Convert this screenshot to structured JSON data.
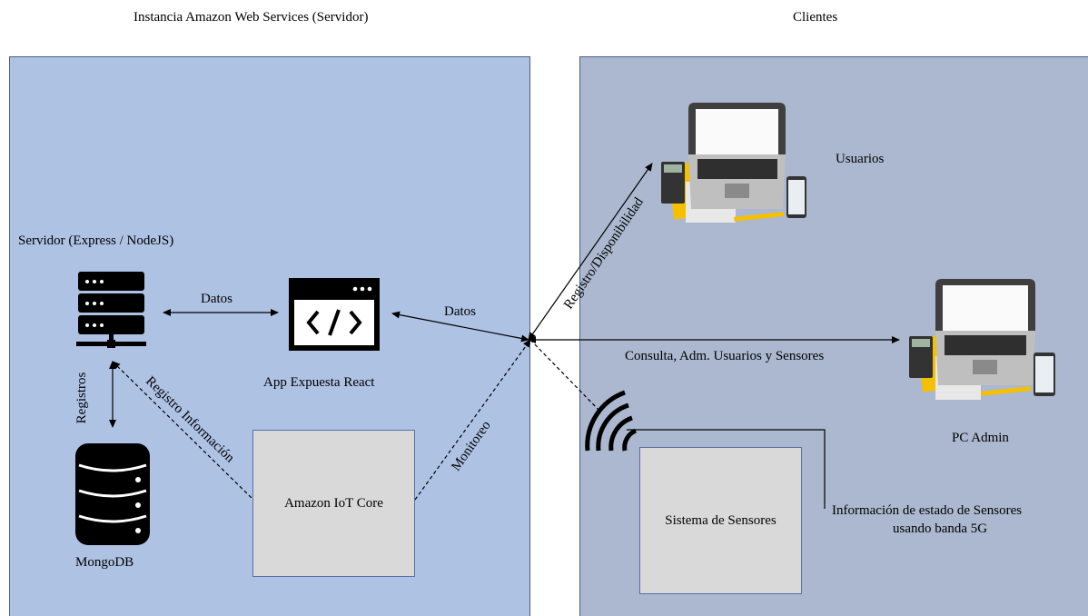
{
  "titles": {
    "server_region": "Instancia Amazon Web Services (Servidor)",
    "clients_region": "Clientes"
  },
  "nodes": {
    "server": "Servidor (Express / NodeJS)",
    "react_app": "App Expuesta React",
    "mongodb": "MongoDB",
    "iot_core": "Amazon IoT Core",
    "users": "Usuarios",
    "pc_admin": "PC Admin",
    "sensors": "Sistema de Sensores"
  },
  "edges": {
    "server_react": "Datos",
    "react_hub": "Datos",
    "server_mongo": "Registros",
    "iot_server": "Registro Información",
    "iot_hub": "Monitoreo",
    "hub_users": "Registro/Disponibilidad",
    "hub_admin": "Consulta, Adm. Usuarios y Sensores"
  },
  "notes": {
    "sensor_info_line1": "Información de estado de Sensores",
    "sensor_info_line2": "usando banda  5G"
  },
  "colors": {
    "server_panel": "#aec2e4",
    "clients_panel": "#abb8cf",
    "box_fill": "#d9d9d9",
    "line": "#000000"
  }
}
